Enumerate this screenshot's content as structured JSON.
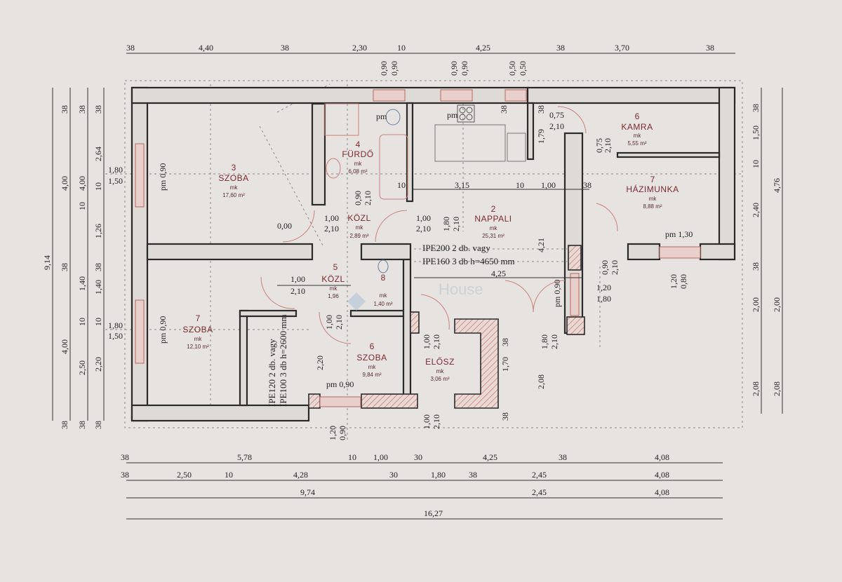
{
  "plan": {
    "rooms": [
      {
        "number": "3",
        "name": "SZOBA",
        "floor": "mk",
        "area": "17,60 m²"
      },
      {
        "number": "4",
        "name": "FÜRDŐ",
        "floor": "mk",
        "area": "6,08 m²"
      },
      {
        "number": "",
        "name": "KÖZL",
        "floor": "mk",
        "area": "2,89 m²"
      },
      {
        "number": "2",
        "name": "NAPPALI",
        "floor": "mk",
        "area": "25,31 m²"
      },
      {
        "number": "6",
        "name": "KAMRA",
        "floor": "mk",
        "area": "5,55 m²"
      },
      {
        "number": "7",
        "name": "HÁZIMUNKA",
        "floor": "mk",
        "area": "8,88 m²"
      },
      {
        "number": "7",
        "name": "SZOBA",
        "floor": "mk",
        "area": "12,10 m²"
      },
      {
        "number": "5",
        "name": "KÖZL",
        "floor": "mk",
        "area": "1,96"
      },
      {
        "number": "8",
        "name": "",
        "floor": "mk",
        "area": "1,40 m²"
      },
      {
        "number": "6",
        "name": "SZOBA",
        "floor": "mk",
        "area": "9,84 m²"
      },
      {
        "number": "",
        "name": "ELŐSZ",
        "floor": "mk",
        "area": "3,06 m²"
      }
    ],
    "beam_notes": {
      "main_1": "IPE200 2 db. vagy",
      "main_2": "IPE160 3 db h=4650 mm",
      "side_1": "IPE120 2 db. vagy",
      "side_2": "IPE100 3 db h=2600 mm"
    },
    "watermark": "House",
    "dims": {
      "top": [
        "38",
        "4,40",
        "38",
        "2,30",
        "10",
        "4,25",
        "38",
        "3,70",
        "38"
      ],
      "top_openings": [
        "0,90",
        "0,90",
        "0,90",
        "0,90",
        "0,50",
        "0,50"
      ],
      "bottom_1": [
        "38",
        "5,78",
        "10",
        "1,00",
        "30",
        "4,25",
        "38",
        "4,08"
      ],
      "bottom_2": [
        "38",
        "2,50",
        "10",
        "4,28",
        "30",
        "1,80",
        "38",
        "2,45",
        "4,08"
      ],
      "bottom_3": [
        "9,74",
        "2,45",
        "4,08"
      ],
      "bottom_4": [
        "16,27"
      ],
      "left_total": "9,14",
      "left_1": [
        "38",
        "4,00",
        "38",
        "4,00",
        "38"
      ],
      "left_2": [
        "38",
        "4,00",
        "10",
        "1,40",
        "10",
        "2,50",
        "38"
      ],
      "left_3": [
        "38",
        "2,64",
        "10",
        "1,26",
        "38",
        "1,40",
        "10",
        "2,20",
        "38"
      ],
      "right_1": [
        "38",
        "1,50",
        "10",
        "2,40",
        "38",
        "2,00",
        "2,08"
      ],
      "right_2": [
        "4,76",
        "2,00",
        "2,08"
      ],
      "inner": {
        "w1_a": "1,80",
        "w1_b": "1,50",
        "pm1": "pm 0,90",
        "w2_a": "1,80",
        "w2_b": "1,50",
        "pm2": "pm 0,90",
        "level": "0,00",
        "d1_a": "1,00",
        "d1_b": "2,10",
        "d2_a": "1,00",
        "d2_b": "2,10",
        "d3_a": "0,75",
        "d3_b": "2,10",
        "d4_a": "0,75",
        "d4_b": "2,10",
        "pm_kitchen": "pm",
        "pm_wc": "pm",
        "pm_hm": "pm 1,30",
        "d5_a": "0,90",
        "d5_b": "2,10",
        "w3_a": "1,20",
        "w3_b": "1,80",
        "w4_a": "1,20",
        "w4_b": "0,80",
        "pm_sz6": "pm 0,90",
        "pm_ent": "pm 0,90",
        "n_10a": "10",
        "n_315": "3,15",
        "n_10b": "10",
        "n_100": "1,00",
        "n_38": "38",
        "n_425": "4,25",
        "n_421": "4,21",
        "n_208": "2,08",
        "n_170": "1,70",
        "n_38c": "38",
        "n_38d": "38",
        "n_38e": "38",
        "n_38f": "38",
        "n_220": "2,20",
        "n_179": "1,79",
        "d6_a": "1,00",
        "d6_b": "2,10",
        "d7_a": "1,00",
        "d7_b": "2,10",
        "d8_a": "1,00",
        "d8_b": "2,10",
        "d9_a": "1,80",
        "d9_b": "2,10",
        "d10_a": "1,20",
        "d10_b": "0,90",
        "d11_a": "0,90",
        "d11_b": "2,10",
        "k_a": "1,00",
        "k_b": "2,10",
        "k2_a": "1,80",
        "k2_b": "2,10"
      }
    }
  }
}
